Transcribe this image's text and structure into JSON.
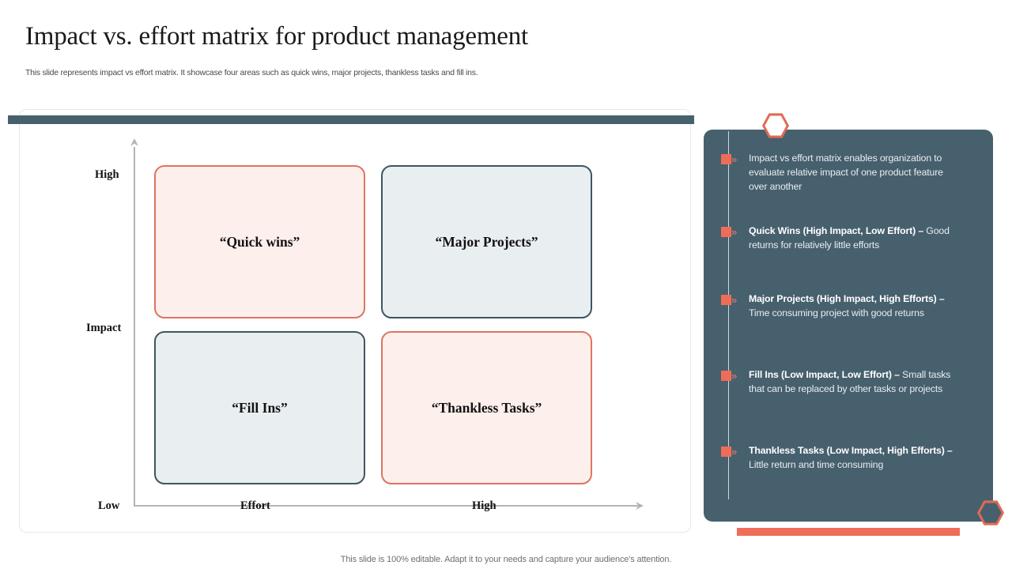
{
  "slide": {
    "title": "Impact vs. effort matrix for product management",
    "subtitle": "This slide represents impact vs effort matrix. It showcase four areas such as quick wins, major projects, thankless tasks and fill ins.",
    "footer": "This slide is 100% editable. Adapt it to your needs and capture your audience's attention."
  },
  "colors": {
    "panel_background": "#47606e",
    "accent_coral": "#ef6d58",
    "quadrant_coral_border": "#df7461",
    "quadrant_coral_fill": "#fdf0ec",
    "quadrant_slate_border": "#3e5663",
    "quadrant_slate_fill": "#e9eef1",
    "title_text": "#1a1a1a"
  },
  "matrix": {
    "y_axis": {
      "name": "Impact",
      "high_label": "High",
      "low_label": "Low"
    },
    "x_axis": {
      "name": "Effort",
      "high_label": "High",
      "low_label": "Low"
    },
    "quadrants": [
      {
        "id": "quick-wins",
        "label": "“Quick wins”",
        "impact": "High",
        "effort": "Low",
        "style": "coral"
      },
      {
        "id": "major-projects",
        "label": "“Major Projects”",
        "impact": "High",
        "effort": "High",
        "style": "slate"
      },
      {
        "id": "fill-ins",
        "label": "“Fill Ins”",
        "impact": "Low",
        "effort": "Low",
        "style": "slate"
      },
      {
        "id": "thankless-tasks",
        "label": "“Thankless Tasks”",
        "impact": "Low",
        "effort": "High",
        "style": "coral"
      }
    ]
  },
  "info_panel": {
    "bullets": [
      {
        "heading": "",
        "body": "Impact vs effort matrix enables organization to evaluate relative impact of one product feature over another"
      },
      {
        "heading": "Quick Wins (High Impact, Low Effort) – ",
        "body": "Good returns for relatively little efforts"
      },
      {
        "heading": "Major Projects (High Impact, High Efforts) – ",
        "body": "Time consuming project with good returns"
      },
      {
        "heading": "Fill Ins (Low Impact, Low Effort) – ",
        "body": "Small tasks that can be replaced by other tasks or projects"
      },
      {
        "heading": "Thankless Tasks (Low Impact, High Efforts) – ",
        "body": "Little return and time consuming"
      }
    ]
  }
}
